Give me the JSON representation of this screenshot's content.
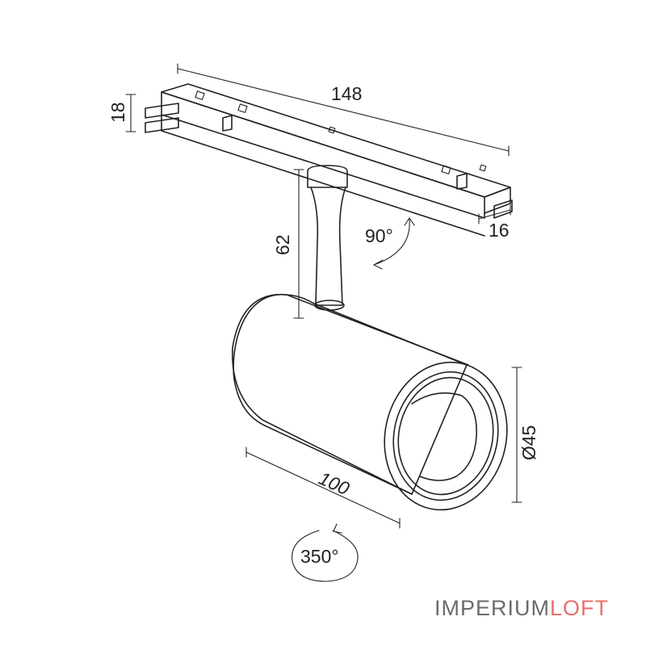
{
  "dimensions": {
    "length_track": "148",
    "height_adapter": "18",
    "width_adapter": "16",
    "stem_height": "62",
    "body_length": "100",
    "diameter": "Ø45"
  },
  "rotations": {
    "tilt": "90°",
    "pan": "350°"
  },
  "watermark": {
    "part1": "IMPERIUM",
    "part2": "LOFT",
    "color1": "#6b6b6b",
    "color2": "#e8706a"
  }
}
